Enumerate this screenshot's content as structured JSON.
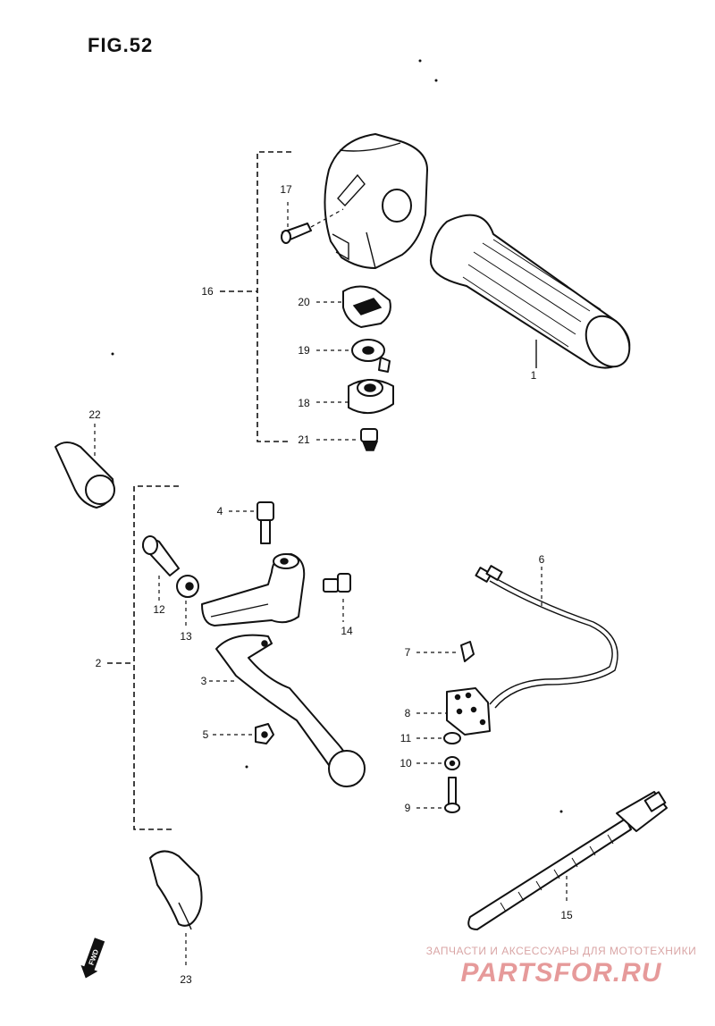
{
  "title": "FIG.52",
  "labels": {
    "p1": "1",
    "p2": "2",
    "p3": "3",
    "p4": "4",
    "p5": "5",
    "p6": "6",
    "p7": "7",
    "p8": "8",
    "p9": "9",
    "p10": "10",
    "p11": "11",
    "p12": "12",
    "p13": "13",
    "p14": "14",
    "p15": "15",
    "p16": "16",
    "p17": "17",
    "p18": "18",
    "p19": "19",
    "p20": "20",
    "p21": "21",
    "p22": "22",
    "p23": "23"
  },
  "fwd_label": "FWD",
  "watermark": {
    "tagline": "ЗАПЧАСТИ И АКСЕССУАРЫ ДЛЯ МОТОТЕХНИКИ",
    "brand": "PARTSFOR.RU"
  }
}
